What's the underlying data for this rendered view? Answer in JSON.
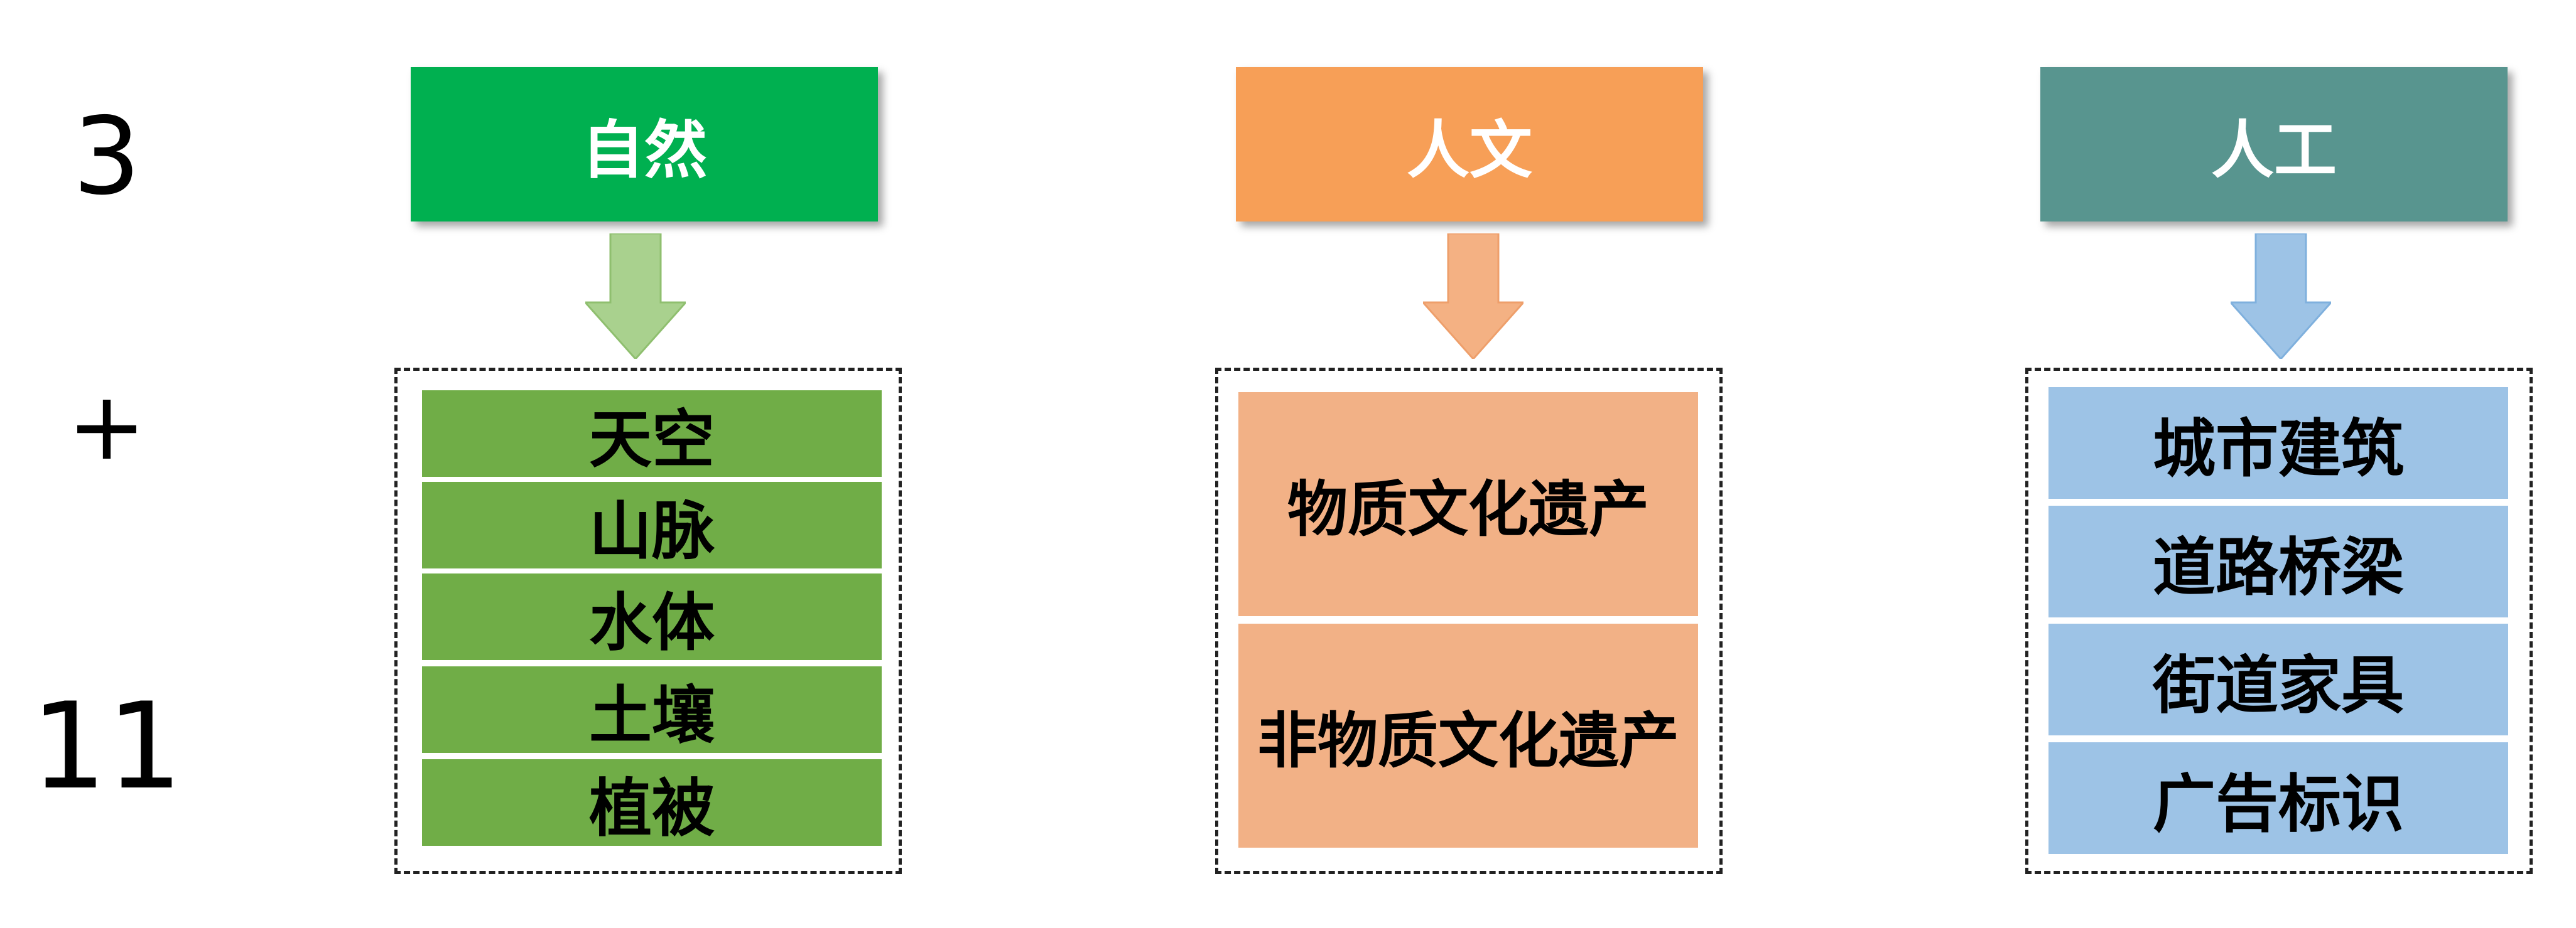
{
  "left_labels": {
    "top_number": "3",
    "plus": "+",
    "bottom_number": "11"
  },
  "categories": [
    {
      "title": "自然",
      "header_color": "#00b050",
      "arrow_color": "#a9d18e",
      "item_color": "#70ad47",
      "items": [
        "天空",
        "山脉",
        "水体",
        "土壤",
        "植被"
      ]
    },
    {
      "title": "人文",
      "header_color": "#f79f57",
      "arrow_color": "#f4b183",
      "item_color": "#f2b186",
      "items": [
        "物质文化遗产",
        "非物质文化遗产"
      ]
    },
    {
      "title": "人工",
      "header_color": "#58958f",
      "arrow_color": "#9dc3e6",
      "item_color": "#9dc3e6",
      "items": [
        "城市建筑",
        "道路桥梁",
        "街道家具",
        "广告标识"
      ]
    }
  ]
}
